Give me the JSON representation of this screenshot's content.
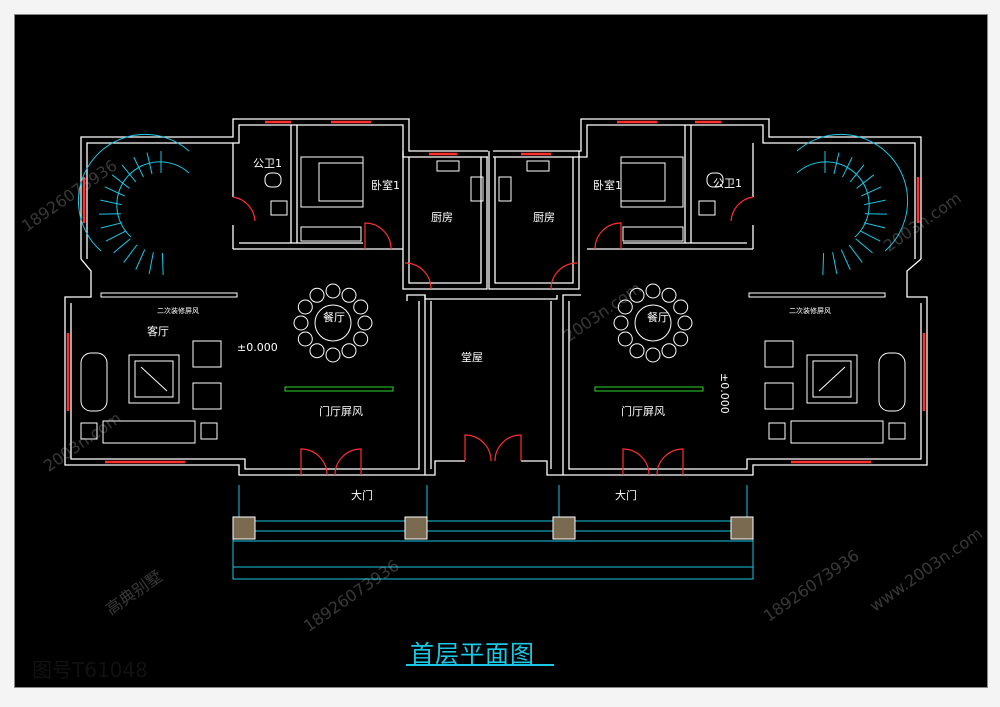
{
  "drawing": {
    "title": "首层平面图",
    "drawing_number": "图号T61048",
    "rooms": {
      "bath_left": "公卫1",
      "bed_left": "卧室1",
      "kitchen_left": "厨房",
      "kitchen_right": "厨房",
      "bed_right": "卧室1",
      "bath_right": "公卫1",
      "living_left": "客厅",
      "dining_left": "餐厅",
      "hall_center": "堂屋",
      "dining_right": "餐厅",
      "screen_left": "门厅屏风",
      "screen_right": "门厅屏风",
      "door_left": "大门",
      "door_right": "大门",
      "stair_screen_left": "二次装修屏风",
      "stair_screen_right": "二次装修屏风",
      "elevation_left": "±0.000",
      "elevation_right": "±0.000"
    },
    "watermarks": [
      "18926073936",
      "2003n.com",
      "高典别墅",
      "www.2003n.com"
    ]
  },
  "colors": {
    "background": "#000000",
    "wall": "#ffffff",
    "window": "#ff3030",
    "furniture": "#ffffff",
    "stair": "#19c8e6",
    "label": "#19c8e6",
    "green": "#2bd62b"
  }
}
